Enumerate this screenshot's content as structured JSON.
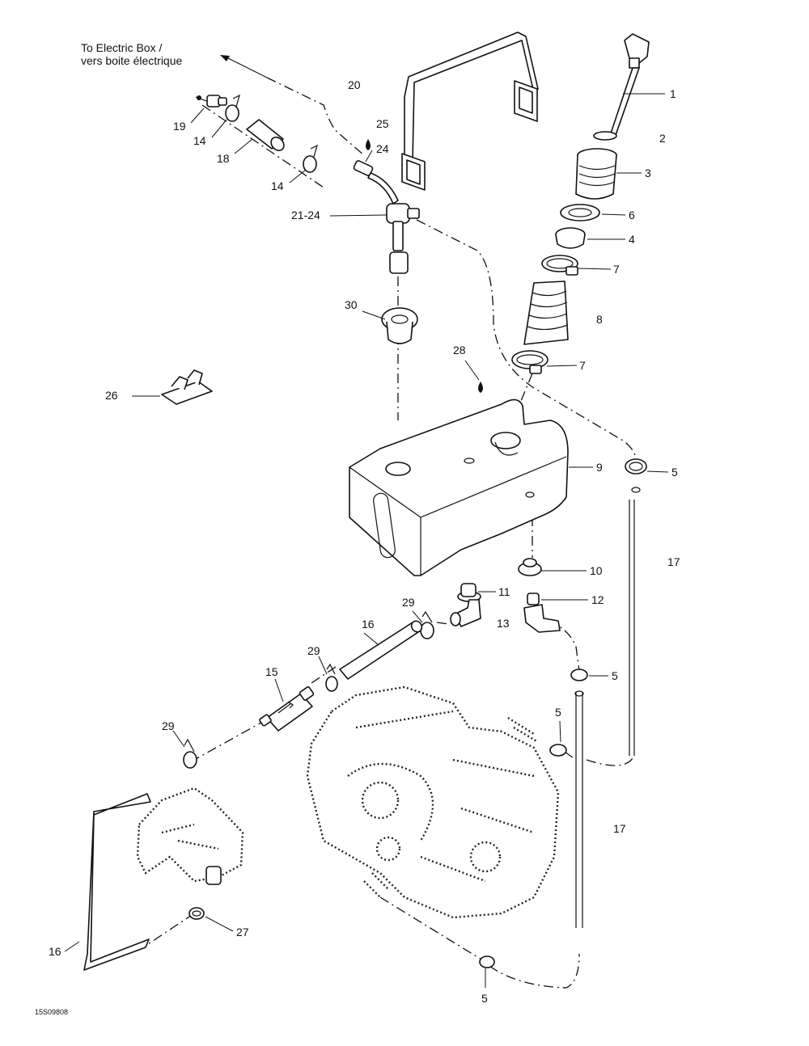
{
  "diagram": {
    "note_line1": "To Electric Box /",
    "note_line2": "vers boite électrique",
    "drawing_code": "15S09808"
  },
  "callouts": {
    "c1": "1",
    "c2": "2",
    "c3": "3",
    "c4": "4",
    "c5a": "5",
    "c5b": "5",
    "c5c": "5",
    "c5d": "5",
    "c6": "6",
    "c7a": "7",
    "c7b": "7",
    "c8": "8",
    "c9": "9",
    "c10": "10",
    "c11": "11",
    "c12": "12",
    "c13": "13",
    "c14a": "14",
    "c14b": "14",
    "c15": "15",
    "c16a": "16",
    "c16b": "16",
    "c17a": "17",
    "c17b": "17",
    "c18": "18",
    "c19": "19",
    "c20": "20",
    "c2124": "21-24",
    "c24": "24",
    "c25": "25",
    "c26": "26",
    "c27": "27",
    "c28": "28",
    "c29a": "29",
    "c29b": "29",
    "c29c": "29",
    "c30": "30"
  }
}
